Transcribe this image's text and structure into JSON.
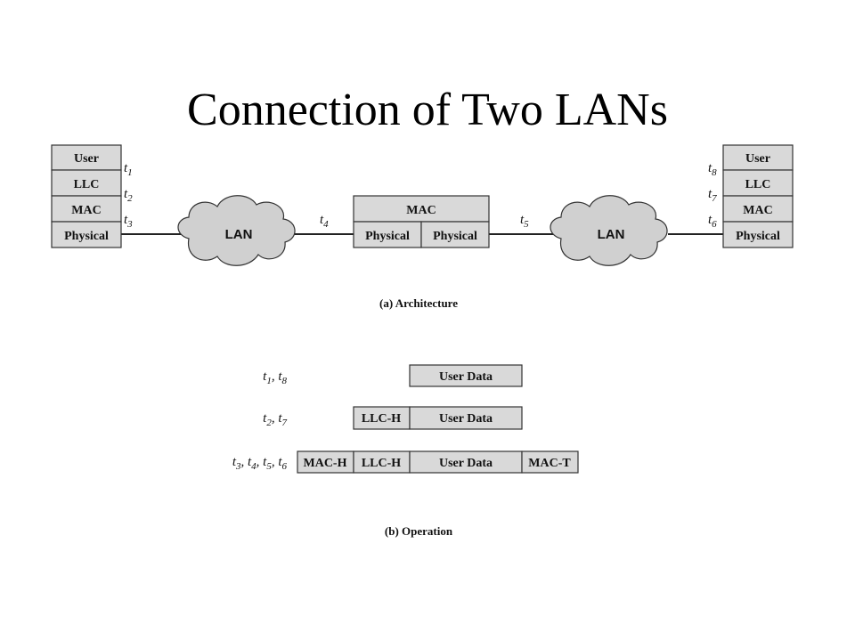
{
  "title": "Connection of Two LANs",
  "architecture": {
    "left_stack": [
      "User",
      "LLC",
      "MAC",
      "Physical"
    ],
    "right_stack": [
      "User",
      "LLC",
      "MAC",
      "Physical"
    ],
    "bridge": {
      "top": "MAC",
      "bottom_left": "Physical",
      "bottom_right": "Physical"
    },
    "clouds": [
      "LAN",
      "LAN"
    ],
    "left_points": [
      {
        "t": "t",
        "sub": "1"
      },
      {
        "t": "t",
        "sub": "2"
      },
      {
        "t": "t",
        "sub": "3"
      }
    ],
    "right_points": [
      {
        "t": "t",
        "sub": "8"
      },
      {
        "t": "t",
        "sub": "7"
      },
      {
        "t": "t",
        "sub": "6"
      }
    ],
    "middle_points": [
      {
        "t": "t",
        "sub": "4"
      },
      {
        "t": "t",
        "sub": "5"
      }
    ],
    "caption": "(a) Architecture"
  },
  "operation": {
    "rows": [
      {
        "label": [
          {
            "t": "t",
            "sub": "1"
          },
          {
            "t": "t",
            "sub": "8"
          }
        ],
        "cells": [
          "User Data"
        ]
      },
      {
        "label": [
          {
            "t": "t",
            "sub": "2"
          },
          {
            "t": "t",
            "sub": "7"
          }
        ],
        "cells": [
          "LLC-H",
          "User Data"
        ]
      },
      {
        "label": [
          {
            "t": "t",
            "sub": "3"
          },
          {
            "t": "t",
            "sub": "4"
          },
          {
            "t": "t",
            "sub": "5"
          },
          {
            "t": "t",
            "sub": "6"
          }
        ],
        "cells": [
          "MAC-H",
          "LLC-H",
          "User Data",
          "MAC-T"
        ]
      }
    ],
    "caption": "(b) Operation"
  }
}
